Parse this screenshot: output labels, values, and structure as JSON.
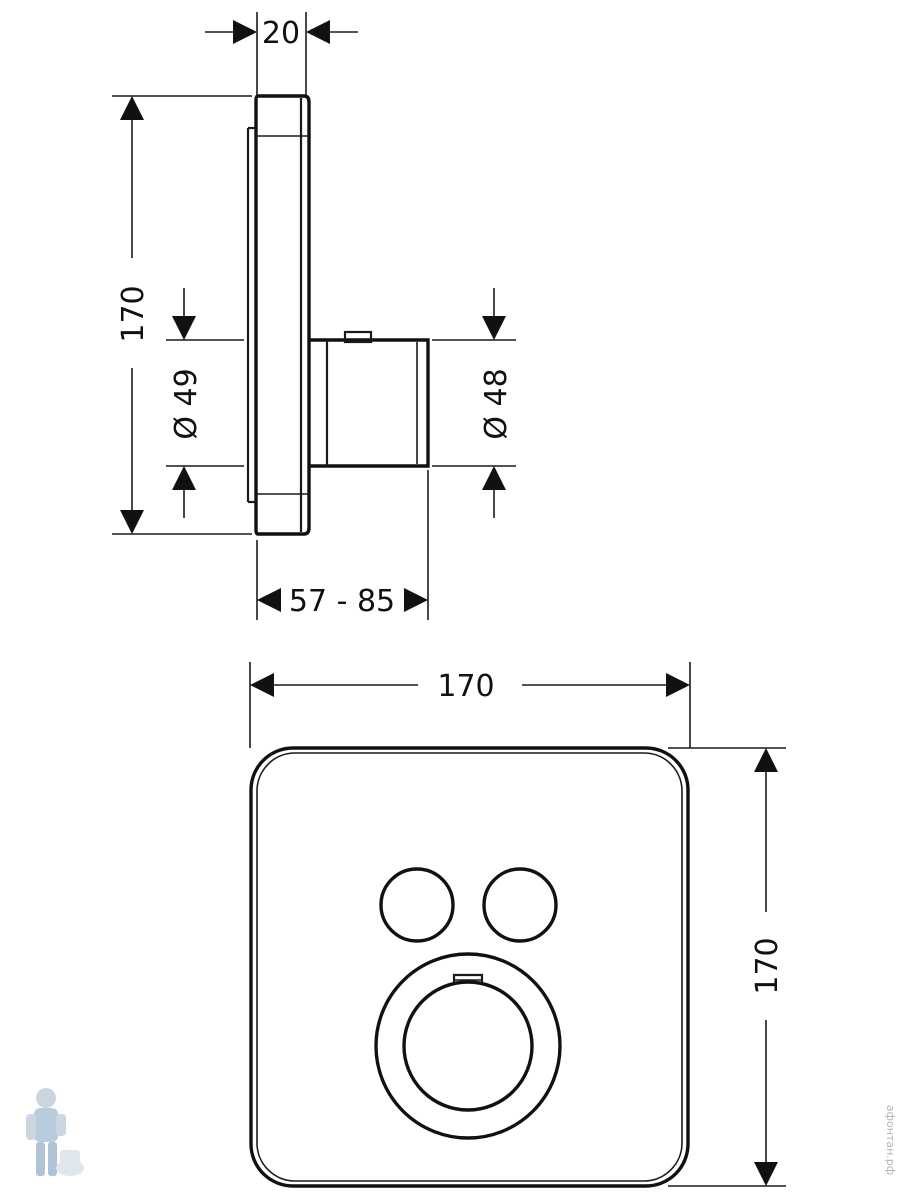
{
  "dimensions": {
    "side_depth": "20",
    "side_height": "170",
    "side_left_diameter": "Ø 49",
    "side_right_diameter": "Ø  48",
    "side_projection": "57 - 85",
    "front_width": "170",
    "front_height": "170"
  },
  "watermark": {
    "text": "афонтан.рф"
  },
  "colors": {
    "line": "#111111",
    "background": "#ffffff",
    "watermark": "#b0b6bd"
  }
}
